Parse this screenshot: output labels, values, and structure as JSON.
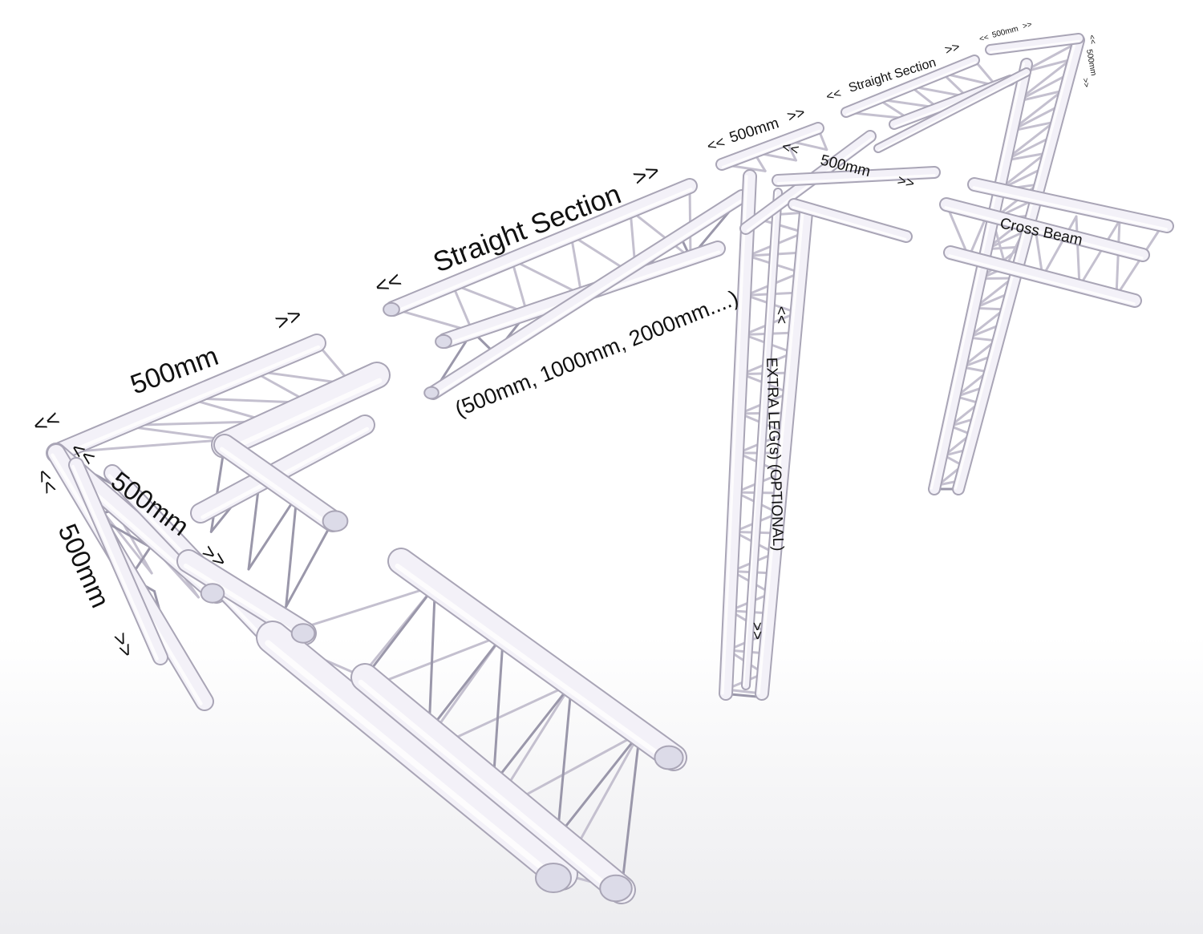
{
  "colors": {
    "background": "#ffffff",
    "floor": "#ececef",
    "tube": "#f3f1f8",
    "tube_edge": "#a9a5b6",
    "brace": "#c4c0cf",
    "text": "#111111"
  },
  "labels": {
    "corner_top_500": "500mm",
    "corner_diag_500": "500mm",
    "corner_vert_500": "500mm",
    "straight_section": "Straight Section",
    "straight_lengths": "(500mm, 1000mm, 2000mm....)",
    "top_500": "500mm",
    "tjoint_500": "500mm",
    "extra_legs": "EXTRA LEG(s)  (OPTIONAL)",
    "far_straight_section": "Straight Section",
    "far_top_500": "500mm",
    "far_side_500": "500mm",
    "cross_beam": "Cross Beam",
    "arrow_left": "<<",
    "arrow_right": ">>"
  }
}
